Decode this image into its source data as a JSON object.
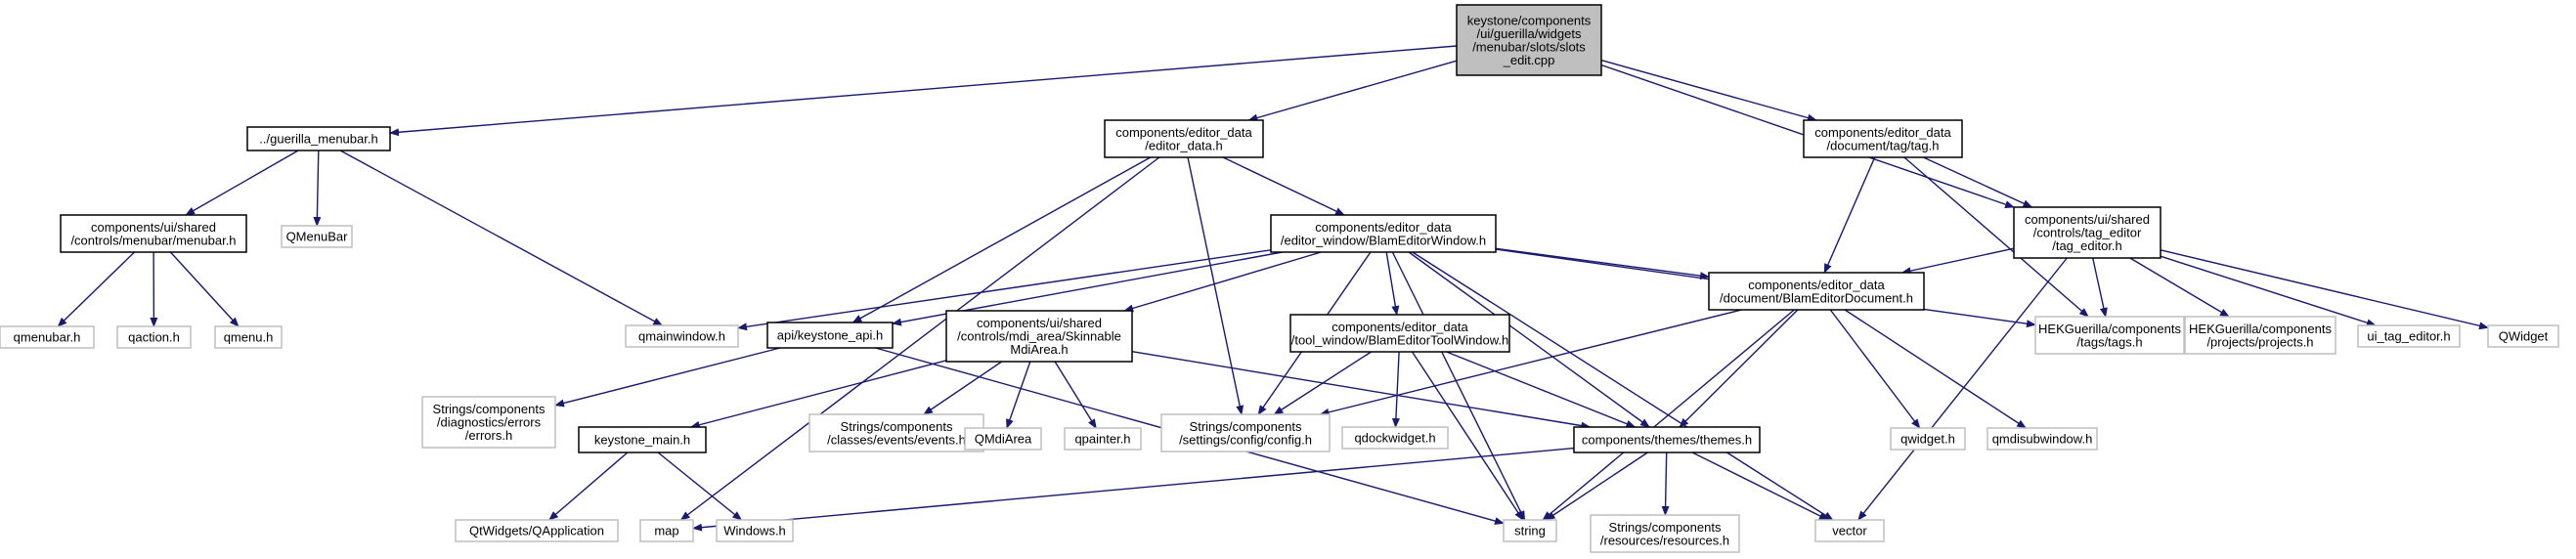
{
  "colors": {
    "edge": "#191970",
    "root_fill": "#bfbfbf",
    "root_border": "#000000",
    "documented_border": "#000000",
    "undocumented_border": "#bfbfbf",
    "node_fill": "#ffffff"
  },
  "nodes": [
    {
      "id": "slots_edit_cpp",
      "lines": [
        "keystone/components",
        "/ui/guerilla/widgets",
        "/menubar/slots/slots",
        "_edit.cpp"
      ],
      "kind": "root"
    },
    {
      "id": "guerilla_menubar_h",
      "lines": [
        "../guerilla_menubar.h"
      ],
      "kind": "documented"
    },
    {
      "id": "editor_data_h",
      "lines": [
        "components/editor_data",
        "/editor_data.h"
      ],
      "kind": "documented"
    },
    {
      "id": "tag_h",
      "lines": [
        "components/editor_data",
        "/document/tag/tag.h"
      ],
      "kind": "documented"
    },
    {
      "id": "tag_editor_h",
      "lines": [
        "components/ui/shared",
        "/controls/tag_editor",
        "/tag_editor.h"
      ],
      "kind": "documented"
    },
    {
      "id": "menubar_h",
      "lines": [
        "components/ui/shared",
        "/controls/menubar/menubar.h"
      ],
      "kind": "documented"
    },
    {
      "id": "qmenubar_big",
      "lines": [
        "QMenuBar"
      ],
      "kind": "external"
    },
    {
      "id": "blam_editor_window_h",
      "lines": [
        "components/editor_data",
        "/editor_window/BlamEditorWindow.h"
      ],
      "kind": "documented"
    },
    {
      "id": "qmenubar_h",
      "lines": [
        "qmenubar.h"
      ],
      "kind": "external"
    },
    {
      "id": "qaction_h",
      "lines": [
        "qaction.h"
      ],
      "kind": "external"
    },
    {
      "id": "qmenu_h",
      "lines": [
        "qmenu.h"
      ],
      "kind": "external"
    },
    {
      "id": "qmainwindow_h",
      "lines": [
        "qmainwindow.h"
      ],
      "kind": "external"
    },
    {
      "id": "keystone_api_h",
      "lines": [
        "api/keystone_api.h"
      ],
      "kind": "documented"
    },
    {
      "id": "skinnable_mdi_area_h",
      "lines": [
        "components/ui/shared",
        "/controls/mdi_area/Skinnable",
        "MdiArea.h"
      ],
      "kind": "documented"
    },
    {
      "id": "blam_editor_tool_window_h",
      "lines": [
        "components/editor_data",
        "/tool_window/BlamEditorToolWindow.h"
      ],
      "kind": "documented"
    },
    {
      "id": "blam_editor_document_h",
      "lines": [
        "components/editor_data",
        "/document/BlamEditorDocument.h"
      ],
      "kind": "documented"
    },
    {
      "id": "tags_h",
      "lines": [
        "HEKGuerilla/components",
        "/tags/tags.h"
      ],
      "kind": "external"
    },
    {
      "id": "projects_h",
      "lines": [
        "HEKGuerilla/components",
        "/projects/projects.h"
      ],
      "kind": "external"
    },
    {
      "id": "ui_tag_editor_h",
      "lines": [
        "ui_tag_editor.h"
      ],
      "kind": "external"
    },
    {
      "id": "qwidget_big",
      "lines": [
        "QWidget"
      ],
      "kind": "external"
    },
    {
      "id": "errors_h",
      "lines": [
        "Strings/components",
        "/diagnostics/errors",
        "/errors.h"
      ],
      "kind": "external"
    },
    {
      "id": "keystone_main_h",
      "lines": [
        "keystone_main.h"
      ],
      "kind": "documented"
    },
    {
      "id": "events_h",
      "lines": [
        "Strings/components",
        "/classes/events/events.h"
      ],
      "kind": "external"
    },
    {
      "id": "qmdiarea_h",
      "lines": [
        "QMdiArea"
      ],
      "kind": "external"
    },
    {
      "id": "qpainter_h",
      "lines": [
        "qpainter.h"
      ],
      "kind": "external"
    },
    {
      "id": "config_h",
      "lines": [
        "Strings/components",
        "/settings/config/config.h"
      ],
      "kind": "external"
    },
    {
      "id": "qdockwidget_h",
      "lines": [
        "qdockwidget.h"
      ],
      "kind": "external"
    },
    {
      "id": "themes_h",
      "lines": [
        "components/themes/themes.h"
      ],
      "kind": "documented"
    },
    {
      "id": "qwidget_h",
      "lines": [
        "qwidget.h"
      ],
      "kind": "external"
    },
    {
      "id": "qmdisubwindow_h",
      "lines": [
        "qmdisubwindow.h"
      ],
      "kind": "external"
    },
    {
      "id": "qapplication",
      "lines": [
        "QtWidgets/QApplication"
      ],
      "kind": "external"
    },
    {
      "id": "map",
      "lines": [
        "map"
      ],
      "kind": "external"
    },
    {
      "id": "windows_h",
      "lines": [
        "Windows.h"
      ],
      "kind": "external"
    },
    {
      "id": "string",
      "lines": [
        "string"
      ],
      "kind": "external"
    },
    {
      "id": "resources_h",
      "lines": [
        "Strings/components",
        "/resources/resources.h"
      ],
      "kind": "external"
    },
    {
      "id": "vector",
      "lines": [
        "vector"
      ],
      "kind": "external"
    }
  ],
  "edges": [
    [
      "slots_edit_cpp",
      "guerilla_menubar_h"
    ],
    [
      "slots_edit_cpp",
      "editor_data_h"
    ],
    [
      "slots_edit_cpp",
      "tag_h"
    ],
    [
      "slots_edit_cpp",
      "tag_editor_h"
    ],
    [
      "guerilla_menubar_h",
      "menubar_h"
    ],
    [
      "guerilla_menubar_h",
      "qmenubar_big"
    ],
    [
      "guerilla_menubar_h",
      "qmainwindow_h"
    ],
    [
      "menubar_h",
      "qmenubar_h"
    ],
    [
      "menubar_h",
      "qaction_h"
    ],
    [
      "menubar_h",
      "qmenu_h"
    ],
    [
      "editor_data_h",
      "blam_editor_window_h"
    ],
    [
      "editor_data_h",
      "keystone_api_h"
    ],
    [
      "editor_data_h",
      "config_h"
    ],
    [
      "editor_data_h",
      "map"
    ],
    [
      "tag_h",
      "tag_editor_h"
    ],
    [
      "tag_h",
      "blam_editor_document_h"
    ],
    [
      "tag_h",
      "tags_h"
    ],
    [
      "tag_editor_h",
      "blam_editor_document_h"
    ],
    [
      "tag_editor_h",
      "tags_h"
    ],
    [
      "tag_editor_h",
      "projects_h"
    ],
    [
      "tag_editor_h",
      "ui_tag_editor_h"
    ],
    [
      "tag_editor_h",
      "qwidget_big"
    ],
    [
      "tag_editor_h",
      "vector"
    ],
    [
      "blam_editor_window_h",
      "qmainwindow_h"
    ],
    [
      "blam_editor_window_h",
      "keystone_api_h"
    ],
    [
      "blam_editor_window_h",
      "skinnable_mdi_area_h"
    ],
    [
      "blam_editor_window_h",
      "blam_editor_tool_window_h"
    ],
    [
      "blam_editor_window_h",
      "blam_editor_document_h"
    ],
    [
      "blam_editor_window_h",
      "tags_h"
    ],
    [
      "blam_editor_window_h",
      "config_h"
    ],
    [
      "blam_editor_window_h",
      "themes_h"
    ],
    [
      "blam_editor_window_h",
      "string"
    ],
    [
      "blam_editor_window_h",
      "vector"
    ],
    [
      "keystone_api_h",
      "errors_h"
    ],
    [
      "keystone_api_h",
      "string"
    ],
    [
      "skinnable_mdi_area_h",
      "keystone_main_h"
    ],
    [
      "skinnable_mdi_area_h",
      "events_h"
    ],
    [
      "skinnable_mdi_area_h",
      "qmdiarea_h"
    ],
    [
      "skinnable_mdi_area_h",
      "qpainter_h"
    ],
    [
      "skinnable_mdi_area_h",
      "themes_h"
    ],
    [
      "blam_editor_tool_window_h",
      "config_h"
    ],
    [
      "blam_editor_tool_window_h",
      "qdockwidget_h"
    ],
    [
      "blam_editor_tool_window_h",
      "themes_h"
    ],
    [
      "blam_editor_tool_window_h",
      "string"
    ],
    [
      "blam_editor_document_h",
      "config_h"
    ],
    [
      "blam_editor_document_h",
      "themes_h"
    ],
    [
      "blam_editor_document_h",
      "qwidget_h"
    ],
    [
      "blam_editor_document_h",
      "qmdisubwindow_h"
    ],
    [
      "blam_editor_document_h",
      "string"
    ],
    [
      "keystone_main_h",
      "qapplication"
    ],
    [
      "keystone_main_h",
      "windows_h"
    ],
    [
      "themes_h",
      "map"
    ],
    [
      "themes_h",
      "string"
    ],
    [
      "themes_h",
      "resources_h"
    ],
    [
      "themes_h",
      "vector"
    ]
  ]
}
